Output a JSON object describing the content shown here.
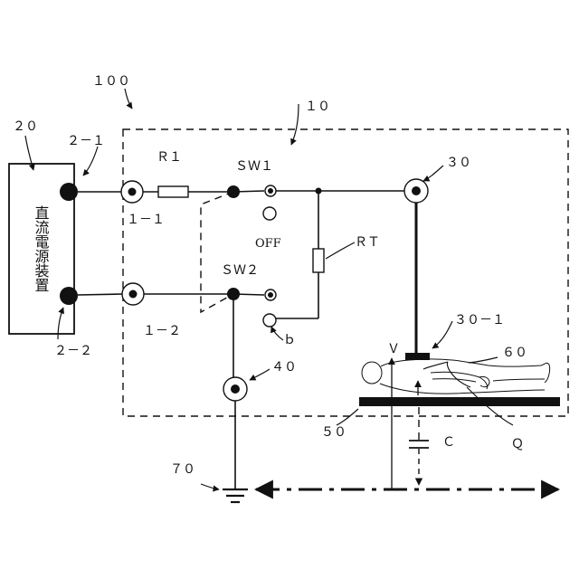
{
  "labels": {
    "system": "１００",
    "device_box": "１０",
    "power_supply": "２０",
    "power_supply_name": "直流電源装置",
    "terminal_2_1": "２－１",
    "terminal_2_2": "２－２",
    "terminal_1_1": "１－１",
    "terminal_1_2": "１－２",
    "resistor_r1": "Ｒ１",
    "resistor_rt": "ＲＴ",
    "switch_sw1": "ＳＷ１",
    "switch_sw2": "ＳＷ２",
    "off_position": "OFF",
    "position_b": "ｂ",
    "terminal_30": "３０",
    "electrode_30_1": "３０－１",
    "terminal_40": "４０",
    "person_60": "６０",
    "plate_50": "５０",
    "ground_70": "７０",
    "voltage_v": "Ｖ",
    "capacitance_c": "Ｃ",
    "charge_q": "Ｑ"
  }
}
